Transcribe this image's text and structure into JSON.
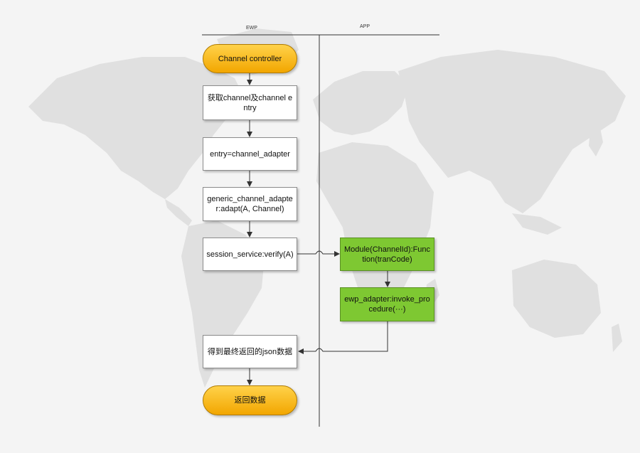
{
  "colors": {
    "pill_fill": "#f5b300",
    "process_fill": "#7ec832",
    "box_fill": "#ffffff",
    "line": "#333333",
    "map": "#dedede"
  },
  "lanes": {
    "left": "EWP",
    "right": "APP"
  },
  "nodes": {
    "start": "Channel controller",
    "get_channel": "获取channel及channel entry",
    "entry": "entry=channel_adapter",
    "adapt": "generic_channel_adapter:adapt(A, Channel)",
    "verify": "session_service:verify(A)",
    "module": "Module(ChannelId):Function(tranCode)",
    "invoke": "ewp_adapter:invoke_procedure(···)",
    "result": "得到最终返回的json数据",
    "end": "返回数据"
  }
}
